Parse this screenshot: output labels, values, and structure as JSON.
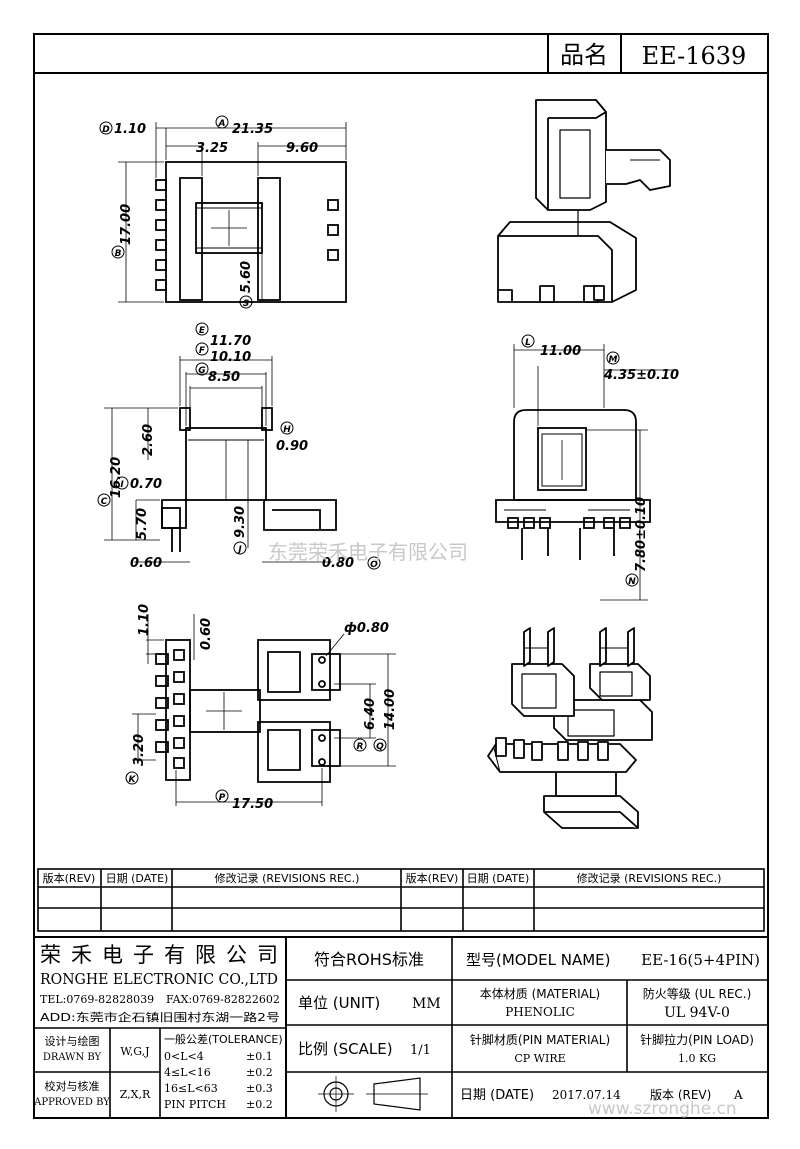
{
  "header": {
    "label": "品名",
    "part_no": "EE-1639"
  },
  "dims": {
    "d": "D",
    "d_val": "1.10",
    "a": "A",
    "a_val": "21.35",
    "w325": "3.25",
    "w960": "9.60",
    "b": "B",
    "b_val": "17.00",
    "s": "S",
    "s_val": "5.60",
    "e": "E",
    "e_val": "11.70",
    "f": "F",
    "f_val": "10.10",
    "g": "G",
    "g_val": "8.50",
    "h": "H",
    "h_val": "0.90",
    "v260": "2.60",
    "c": "C",
    "c_val": "16.20",
    "i": "I",
    "i_val": "0.70",
    "v570": "5.70",
    "j": "J",
    "j_val": "9.30",
    "v060": "0.60",
    "o": "O",
    "o_val": "0.80",
    "l": "L",
    "l_val": "11.00",
    "m": "M",
    "m_val": "4.35±0.10",
    "n": "N",
    "n_val": "7.80±0.10",
    "v110": "1.10",
    "v060b": "0.60",
    "pin_dia": "ф0.80",
    "k": "K",
    "k_val": "3.20",
    "p": "P",
    "p_val": "17.50",
    "r": "R",
    "r_val": "6.40",
    "q": "Q",
    "q_val": "14.00"
  },
  "watermark": "东莞荣禾电子有限公司",
  "watermark_url": "www.szronghe.cn",
  "revisions": {
    "rev": "版本(REV)",
    "date": "日期 (DATE)",
    "rec": "修改记录 (REVISIONS REC.)"
  },
  "company": {
    "name_cn": "荣禾电子有限公司",
    "name_en": "RONGHE ELECTRONIC CO.,LTD",
    "tel": "TEL:0769-82828039",
    "fax": "FAX:0769-82822602",
    "addr": "ADD:东莞市企石镇旧围村东湖一路2号"
  },
  "title_block": {
    "rohs": "符合ROHS标准",
    "model_label": "型号(MODEL NAME)",
    "model_value": "EE-16(5+4PIN)",
    "unit_label": "单位 (UNIT)",
    "unit_value": "MM",
    "material_label": "本体材质 (MATERIAL)",
    "material_value": "PHENOLIC",
    "ul_label": "防火等级 (UL REC.)",
    "ul_value": "UL 94V-0",
    "scale_label": "比例 (SCALE)",
    "scale_value": "1/1",
    "pin_mat_label": "针脚材质(PIN MATERIAL)",
    "pin_mat_value": "CP WIRE",
    "pin_load_label": "针脚拉力(PIN LOAD)",
    "pin_load_value": "1.0 KG",
    "date_label": "日期 (DATE)",
    "date_value": "2017.07.14",
    "rev_label": "版本 (REV)",
    "rev_value": "A",
    "drawn_cn": "设计与绘图",
    "drawn_en": "DRAWN BY",
    "drawn_value": "W,G,J",
    "approved_cn": "校对与核准",
    "approved_en": "APPROVED BY",
    "approved_value": "Z,X,R",
    "tol_title": "一般公差(TOLERANCE)",
    "tol1": "0<L<4",
    "tol1v": "±0.1",
    "tol2": "4≤L<16",
    "tol2v": "±0.2",
    "tol3": "16≤L<63",
    "tol3v": "±0.3",
    "tol4": "PIN PITCH",
    "tol4v": "±0.2"
  }
}
